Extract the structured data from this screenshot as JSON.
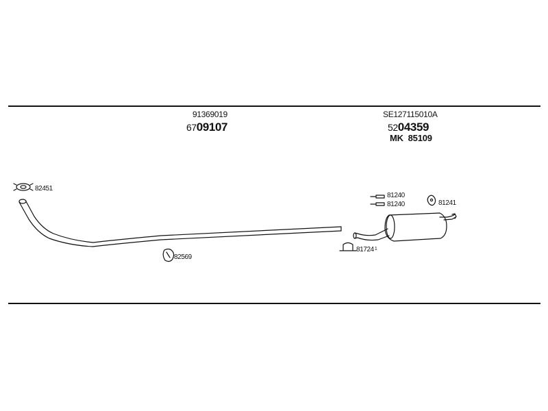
{
  "groups": [
    {
      "ref_code": "91369019",
      "part_prefix": "67",
      "part_main": "09107"
    },
    {
      "ref_code": "SE127115010A",
      "part_prefix": "52",
      "part_main": "04359",
      "mk_prefix": "MK",
      "mk_code": "85109"
    }
  ],
  "callouts": {
    "gasket": "82451",
    "mount_front": "82569",
    "clamp": "81724",
    "clamp_sup": "1",
    "bolt_a": "81240",
    "bolt_b": "81240",
    "hanger": "81241"
  },
  "colors": {
    "line": "#111111",
    "background": "#ffffff"
  }
}
